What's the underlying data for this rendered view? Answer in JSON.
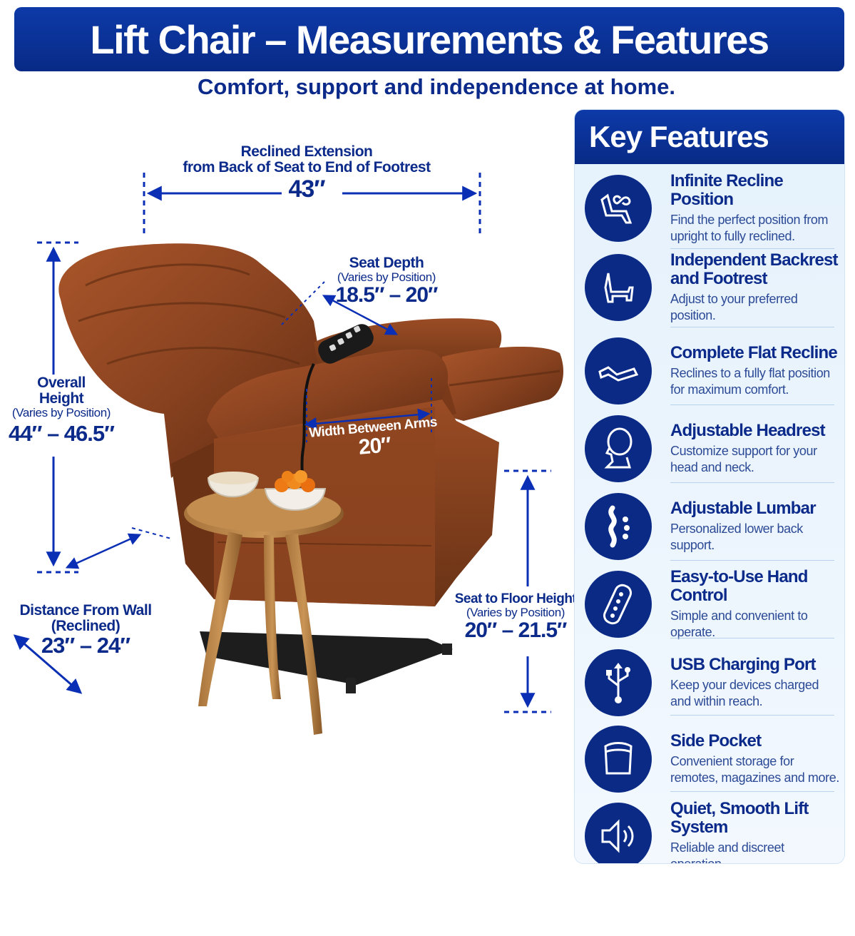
{
  "header": {
    "title": "Lift Chair – Measurements & Features",
    "subtitle": "Comfort, support and independence at home."
  },
  "measurements": {
    "reclined_extension": {
      "title_line1": "Reclined Extension",
      "title_line2": "from Back of Seat to End of Footrest",
      "value": "43″"
    },
    "seat_depth": {
      "title": "Seat Depth",
      "note": "(Varies by Position)",
      "value": "18.5″ – 20″"
    },
    "overall_height": {
      "title_line1": "Overall",
      "title_line2": "Height",
      "note": "(Varies by Position)",
      "value": "44″ – 46.5″"
    },
    "width_between_arms": {
      "title": "Width Between Arms",
      "value": "20″"
    },
    "distance_from_wall": {
      "title_line1": "Distance From Wall",
      "title_line2": "(Reclined)",
      "value": "23″ – 24″"
    },
    "seat_to_floor": {
      "title": "Seat to Floor Height",
      "note": "(Varies by Position)",
      "value": "20″ – 21.5″"
    }
  },
  "remote_label": "",
  "key_features": {
    "heading": "Key Features",
    "items": [
      {
        "icon": "recline-infinity-icon",
        "title": "Infinite Recline Position",
        "desc": "Find the perfect position from upright to fully reclined."
      },
      {
        "icon": "chair-icon",
        "title": "Independent Backrest and Footrest",
        "desc": "Adjust to your preferred position."
      },
      {
        "icon": "flat-recline-icon",
        "title": "Complete Flat Recline",
        "desc": "Reclines to a fully flat position for maximum comfort."
      },
      {
        "icon": "headrest-icon",
        "title": "Adjustable Headrest",
        "desc": "Customize support for your head and neck."
      },
      {
        "icon": "lumbar-icon",
        "title": "Adjustable Lumbar",
        "desc": "Personalized lower back support."
      },
      {
        "icon": "hand-control-icon",
        "title": "Easy-to-Use Hand Control",
        "desc": "Simple and convenient to operate."
      },
      {
        "icon": "usb-icon",
        "title": "USB Charging Port",
        "desc": "Keep your devices charged and within reach."
      },
      {
        "icon": "side-pocket-icon",
        "title": "Side Pocket",
        "desc": "Convenient storage for remotes, magazines and more."
      },
      {
        "icon": "speaker-icon",
        "title": "Quiet, Smooth Lift System",
        "desc": "Reliable and discreet operation."
      }
    ]
  },
  "colors": {
    "brand_blue": "#0a2a86",
    "leather": "#8a4320",
    "panel_bg": "#e8f3fd"
  }
}
